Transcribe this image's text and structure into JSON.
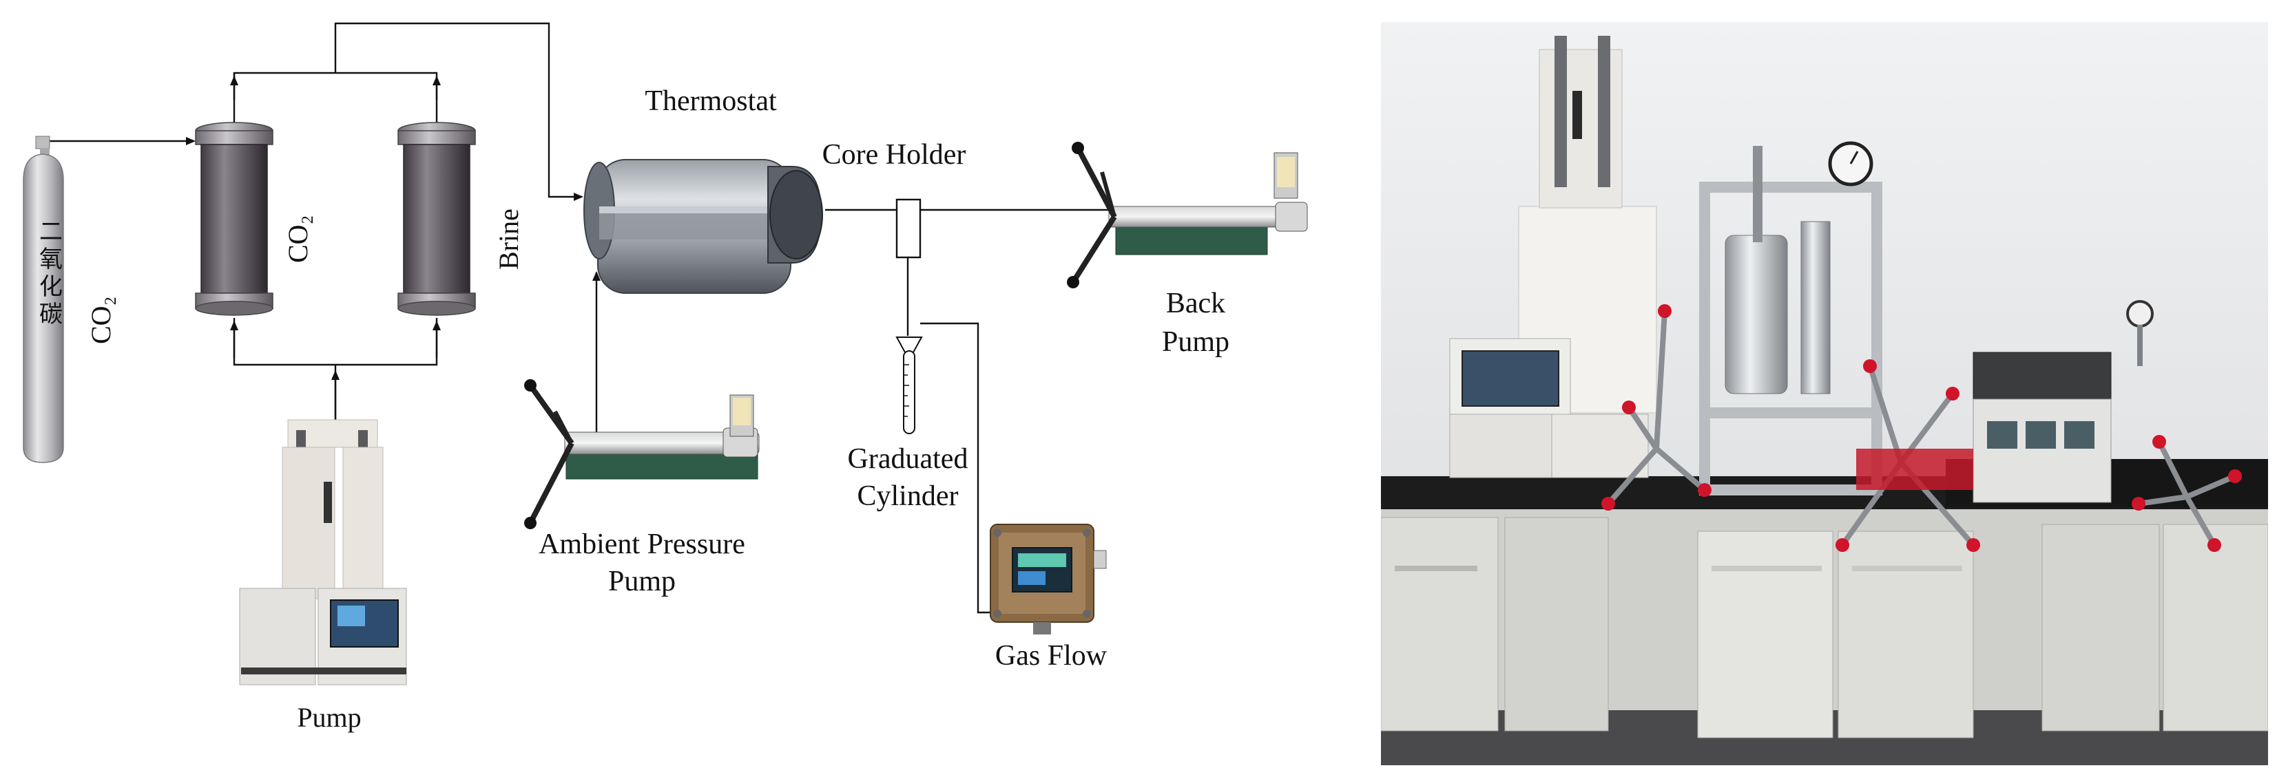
{
  "schematic": {
    "labels": {
      "co2_tank": "CO₂",
      "co2_vessel": "CO₂",
      "brine": "Brine",
      "thermostat": "Thermostat",
      "core_holder": "Core Holder",
      "back_pump_line1": "Back",
      "back_pump_line2": "Pump",
      "ambient_line1": "Ambient Pressure",
      "ambient_line2": "Pump",
      "graduated_line1": "Graduated",
      "graduated_line2": "Cylinder",
      "gas_flow": "Gas Flow",
      "pump": "Pump"
    },
    "cylinder_chinese_text": "二氧化碳"
  },
  "photo": {
    "description_colors": {
      "wall": "#ecedee",
      "bench_top": "#1c1c1c",
      "cabinet": "#d8d8d4",
      "frame": "#b9bcc0",
      "red_knob": "#d0142a",
      "vessel": "#c8c8c8"
    }
  }
}
